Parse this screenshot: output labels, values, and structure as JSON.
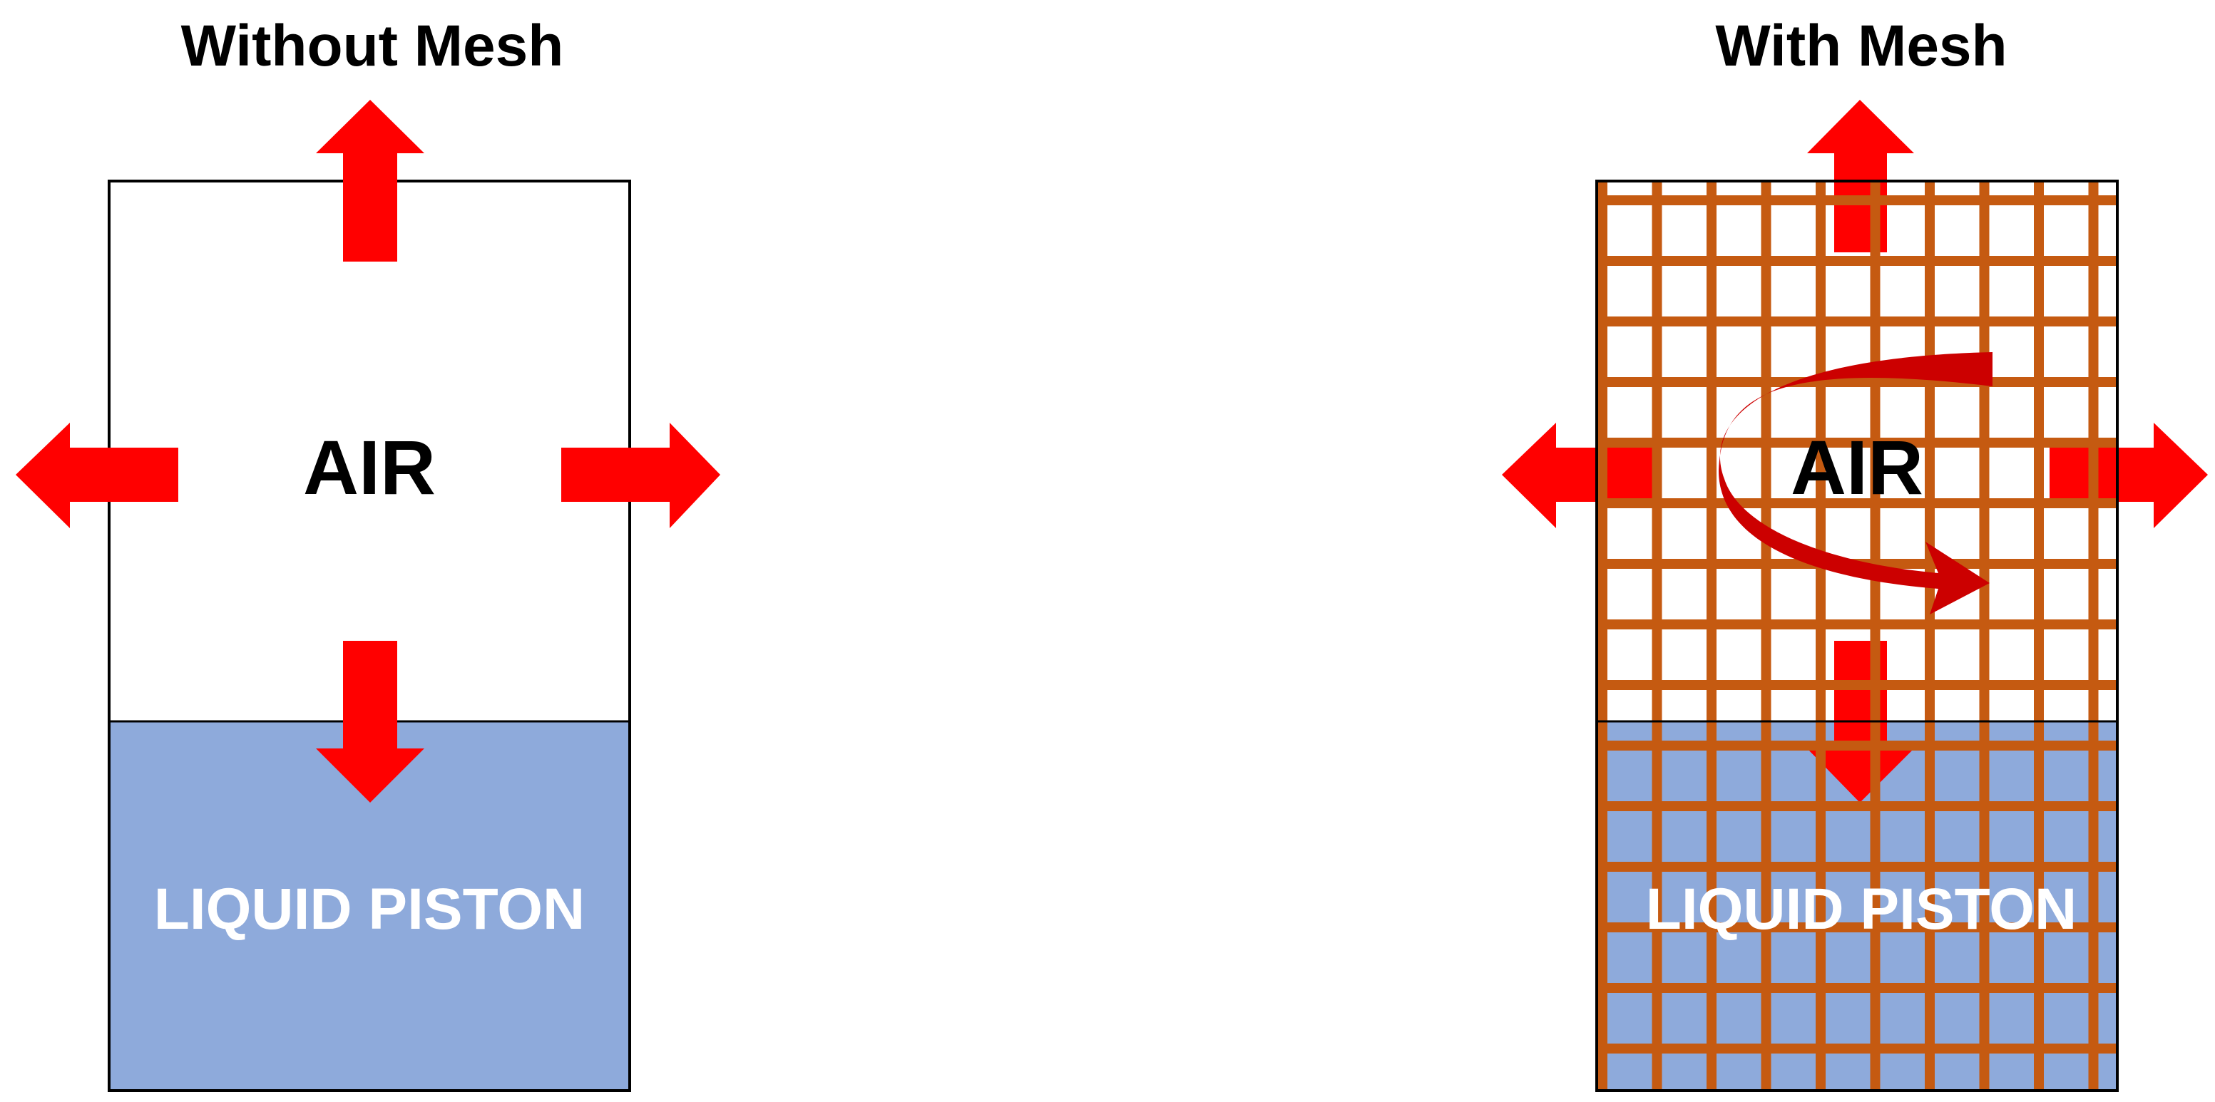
{
  "panels": {
    "without_mesh": {
      "title": "Without Mesh",
      "air_label": "AIR",
      "liquid_label": "LIQUID PISTON"
    },
    "with_mesh": {
      "title": "With Mesh",
      "air_label": "AIR",
      "liquid_label": "LIQUID PISTON"
    }
  },
  "colors": {
    "arrow": "#ff0000",
    "swirl_arrow": "#cc0000",
    "liquid": "#8eaadb",
    "mesh": "#c55a11",
    "outline": "#000000"
  }
}
